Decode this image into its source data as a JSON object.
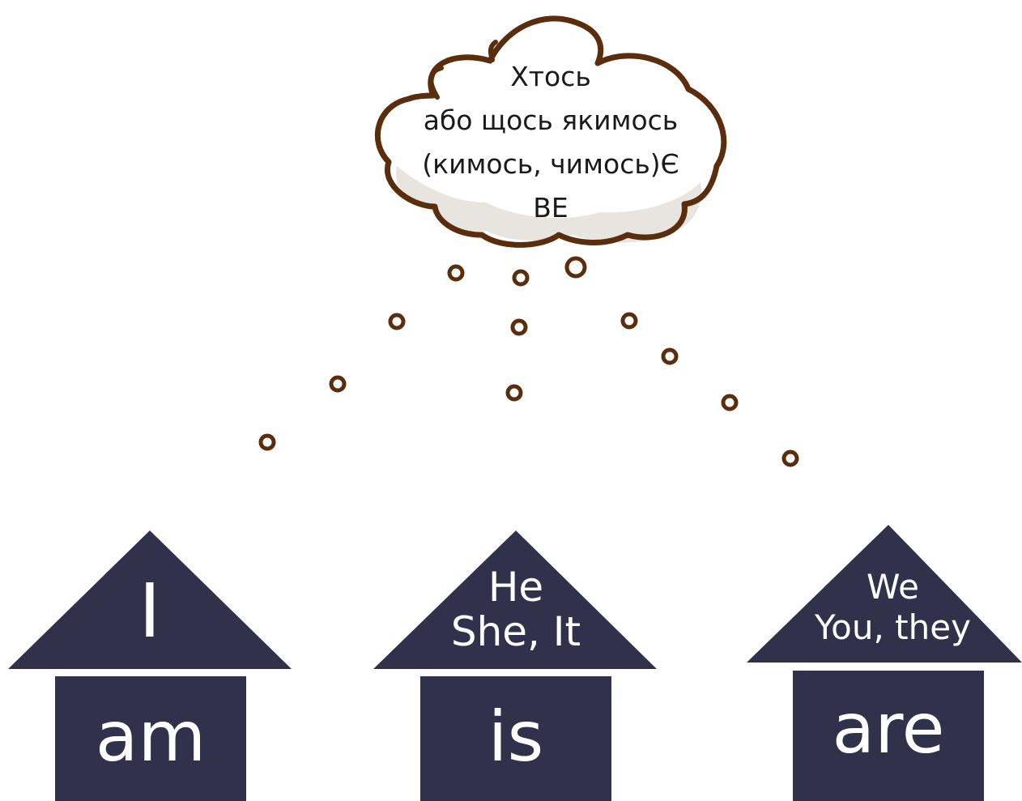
{
  "cloud": {
    "lines": [
      "Хтось",
      "або щось якимось",
      "(кимось, чимось)Є",
      "BE"
    ]
  },
  "houses": [
    {
      "roof_lines": [
        "I"
      ],
      "base": "am"
    },
    {
      "roof_lines": [
        "He",
        "She, It"
      ],
      "base": "is"
    },
    {
      "roof_lines": [
        "We",
        "You, they"
      ],
      "base": "are"
    }
  ],
  "colors": {
    "house_fill": "#32314b",
    "cloud_outline": "#5a2d0c",
    "cloud_fill": "#ffffff",
    "cloud_shade": "#e8e4e0",
    "dot_color": "#5a2d0c"
  }
}
